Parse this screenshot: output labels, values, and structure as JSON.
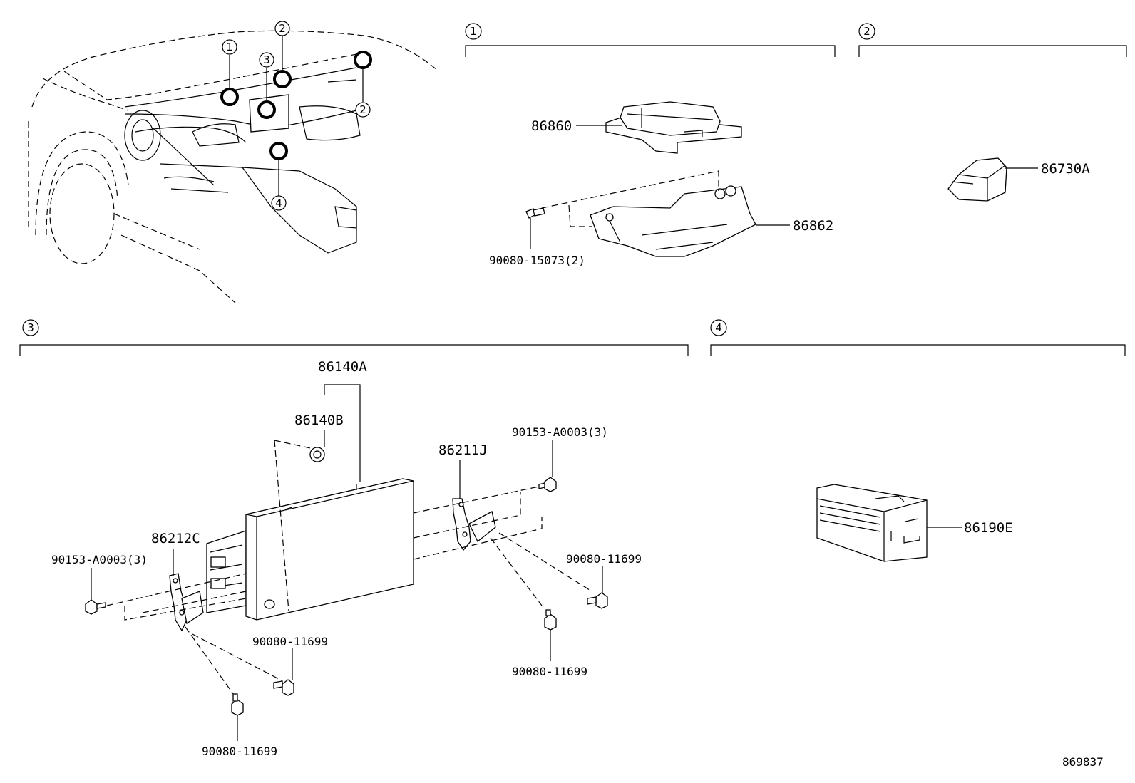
{
  "sections": [
    {
      "id": "1",
      "label": "1"
    },
    {
      "id": "2",
      "label": "2"
    },
    {
      "id": "3",
      "label": "3"
    },
    {
      "id": "4",
      "label": "4"
    }
  ],
  "overview": {
    "callouts": [
      "1",
      "2",
      "3",
      "2",
      "4"
    ]
  },
  "parts": {
    "p86860": "86860",
    "p86862": "86862",
    "p90080_15073": "90080-15073(2)",
    "p86730A": "86730A",
    "p86140A": "86140A",
    "p86140B": "86140B",
    "p86211J": "86211J",
    "p86212C": "86212C",
    "p90153_right": "90153-A0003(3)",
    "p90153_left": "90153-A0003(3)",
    "p90080_11699_a": "90080-11699",
    "p90080_11699_b": "90080-11699",
    "p90080_11699_c": "90080-11699",
    "p90080_11699_d": "90080-11699",
    "p86190E": "86190E"
  },
  "diagram_id": "869837"
}
